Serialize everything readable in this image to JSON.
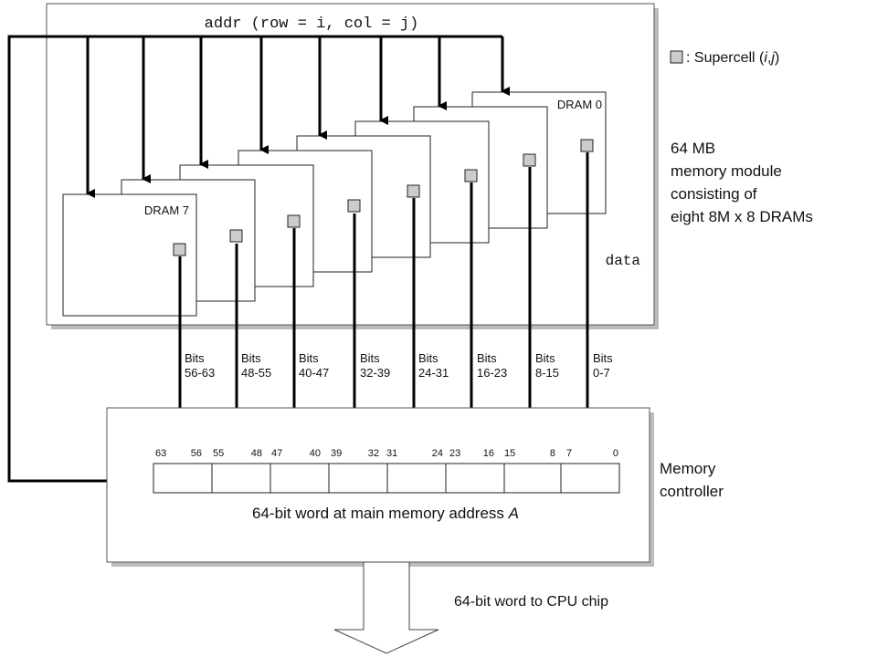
{
  "module": {
    "addr_label": "addr (row = i, col = j)",
    "data_label": "data",
    "dram_labels": [
      "DRAM 0",
      "DRAM 7"
    ]
  },
  "legend": {
    "prefix": ": Supercell (",
    "i": "i",
    "comma": ",",
    "j": "j",
    "suffix": ")"
  },
  "description": {
    "lines": [
      "64 MB",
      "memory module",
      "consisting of",
      "eight 8M x 8 DRAMs"
    ]
  },
  "bit_groups": [
    {
      "word": "Bits",
      "range": "56-63"
    },
    {
      "word": "Bits",
      "range": "48-55"
    },
    {
      "word": "Bits",
      "range": "40-47"
    },
    {
      "word": "Bits",
      "range": "32-39"
    },
    {
      "word": "Bits",
      "range": "24-31"
    },
    {
      "word": "Bits",
      "range": "16-23"
    },
    {
      "word": "Bits",
      "range": "8-15"
    },
    {
      "word": "Bits",
      "range": "0-7"
    }
  ],
  "bit_numbers": [
    "63",
    "56",
    "55",
    "48",
    "47",
    "40",
    "39",
    "32",
    "31",
    "24",
    "23",
    "16",
    "15",
    "8",
    "7",
    "0"
  ],
  "controller": {
    "word_label_prefix": "64-bit word at main memory address ",
    "word_label_var": "A",
    "name_lines": [
      "Memory",
      "controller"
    ]
  },
  "output_label": "64-bit word to CPU chip",
  "colors": {
    "line": "#000000",
    "box_border": "#444444",
    "supercell_fill": "#cccccc",
    "shadow": "#bbbbbb"
  }
}
